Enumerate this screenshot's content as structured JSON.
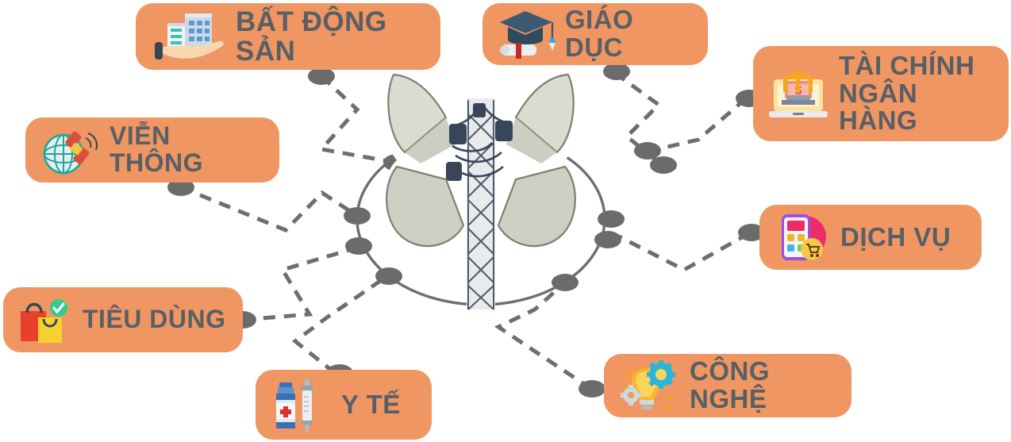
{
  "diagram": {
    "title": "Industry sectors connected to broadcast tower",
    "center": {
      "image_name": "loudspeaker-broadcast-tower-photo",
      "ring_shape": "ellipse"
    },
    "colors": {
      "pill_background": "#ef9662",
      "pill_text": "#585f65",
      "connector": "#6e6e6e",
      "node_dot": "#6b6b6b",
      "page_background": "#ffffff"
    },
    "nodes": [
      {
        "id": "real-estate",
        "label": "BẤT ĐỘNG SẢN",
        "icon": "building-in-hand-icon",
        "position": "top-left"
      },
      {
        "id": "education",
        "label": "GIÁO DỤC",
        "icon": "graduation-cap-diploma-icon",
        "position": "top-right"
      },
      {
        "id": "finance",
        "label": "TÀI CHÍNH\nNGÂN HÀNG",
        "icon": "bank-laptop-money-icon",
        "position": "right-top"
      },
      {
        "id": "telecom",
        "label": "VIỄN THÔNG",
        "icon": "globe-satellite-icon",
        "position": "left-top"
      },
      {
        "id": "services",
        "label": "DỊCH VỤ",
        "icon": "smartphone-shopping-cart-icon",
        "position": "right-middle"
      },
      {
        "id": "consumer",
        "label": "TIÊU DÙNG",
        "icon": "shopping-bags-check-icon",
        "position": "left-bottom"
      },
      {
        "id": "technology",
        "label": "CÔNG NGHỆ",
        "icon": "lightbulb-gears-icon",
        "position": "bottom-right"
      },
      {
        "id": "health",
        "label": "Y TẾ",
        "icon": "vaccine-syringe-icon",
        "position": "bottom-center"
      }
    ]
  }
}
